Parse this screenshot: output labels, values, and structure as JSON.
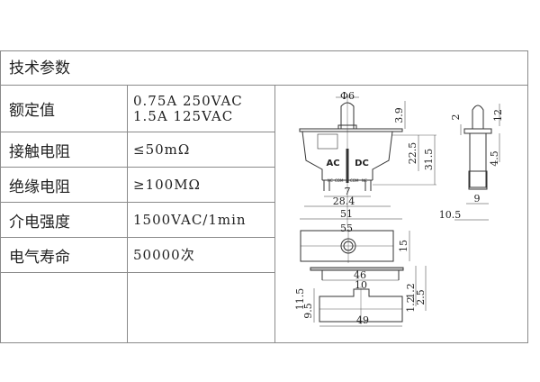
{
  "table": {
    "title": "技术参数",
    "rows": [
      {
        "label": "额定值",
        "value_lines": [
          "0.75A 250VAC",
          "1.5A 125VAC"
        ]
      },
      {
        "label": "接触电阻",
        "value_lines": [
          "≤50mΩ"
        ]
      },
      {
        "label": "绝缘电阻",
        "value_lines": [
          "≥100MΩ"
        ]
      },
      {
        "label": "介电强度",
        "value_lines": [
          "1500VAC/1min"
        ]
      },
      {
        "label": "电气寿命",
        "value_lines": [
          "50000次"
        ]
      },
      {
        "label": "",
        "value_lines": [
          ""
        ]
      }
    ]
  },
  "drawing": {
    "front": {
      "phi": "Φ6",
      "d_3_9": "3.9",
      "d_22_5": "22.5",
      "d_31_5": "31.5",
      "ac": "AC",
      "dc": "DC",
      "nc_l": "NC",
      "com_l": "COM",
      "com_r": "COM",
      "nc_r": "NC",
      "d_7": "7",
      "d_28_4": "28.4",
      "d_51": "51"
    },
    "side": {
      "d_2": "2",
      "d_12": "12",
      "d_4_5": "4.5",
      "d_9": "9",
      "d_10_5": "10.5"
    },
    "top": {
      "d_55": "55",
      "d_15": "15"
    },
    "bottom": {
      "d_46": "46",
      "d_10": "10",
      "d_1_2": "1.2",
      "d_2_5": "2.5",
      "d_1_2b": "1.2",
      "d_11_5": "11.5",
      "d_9_5": "9.5",
      "d_49": "49"
    }
  }
}
